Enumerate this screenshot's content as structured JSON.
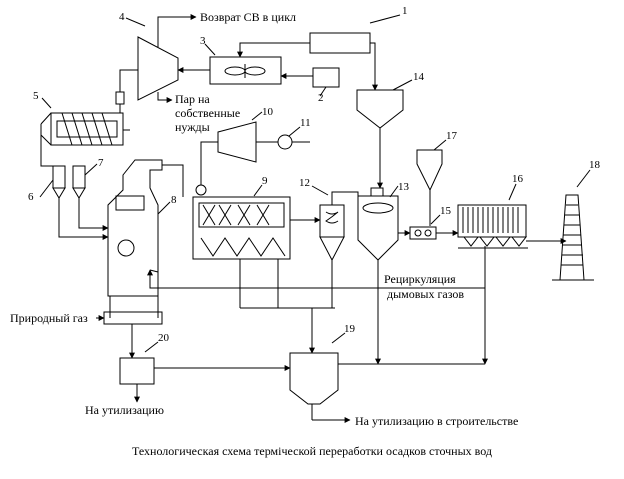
{
  "labels": {
    "return_sv": "Возврат СВ в цикл",
    "steam_line1": "Пар на",
    "steam_line2": "собственные",
    "steam_line3": "нужды",
    "recirc_line1": "Рециркуляция",
    "recirc_line2": "дымовых газов",
    "natural_gas": "Природный газ",
    "to_utilization": "На утилизацию",
    "to_construction": "На утилизацию в строительстве"
  },
  "caption": "Технологическая схема термiческой переработки осадков сточных вод",
  "numbers": [
    "1",
    "2",
    "3",
    "4",
    "5",
    "6",
    "7",
    "8",
    "9",
    "10",
    "11",
    "12",
    "13",
    "14",
    "15",
    "16",
    "17",
    "18",
    "19",
    "20"
  ]
}
